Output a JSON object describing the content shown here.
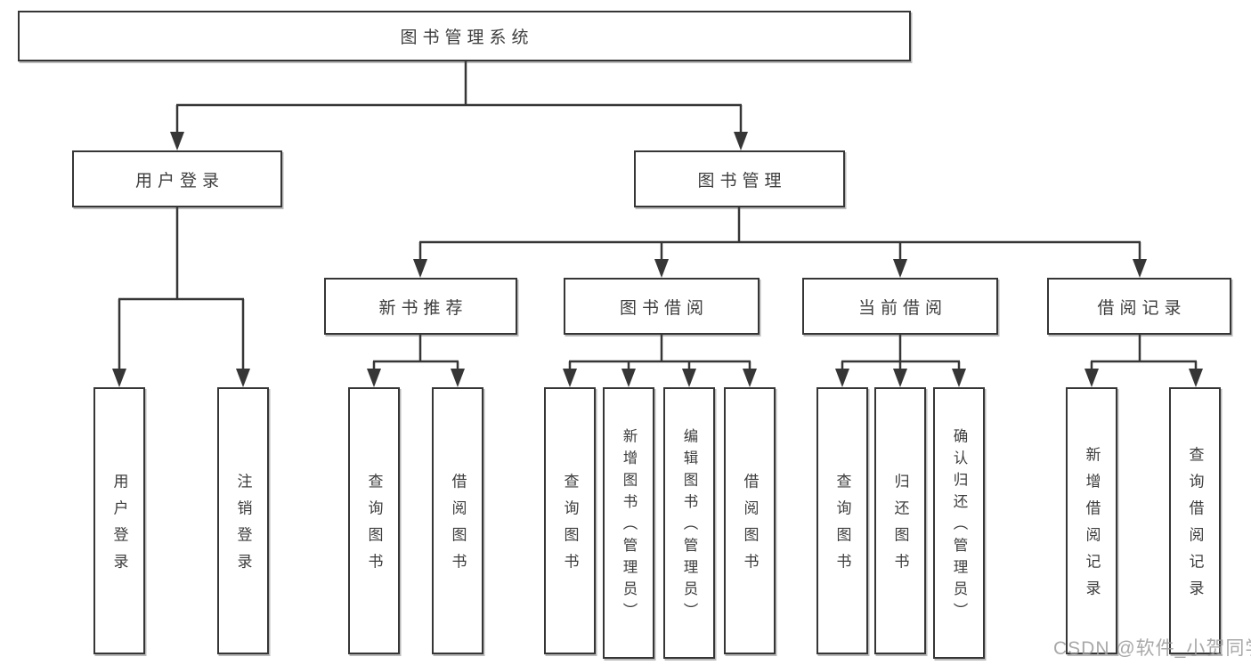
{
  "tree": {
    "label": "图书管理系统",
    "children": [
      {
        "label": "用户登录",
        "children": [
          {
            "label": "用户登录"
          },
          {
            "label": "注销登录"
          }
        ]
      },
      {
        "label": "图书管理",
        "children": [
          {
            "label": "新书推荐",
            "children": [
              {
                "label": "查询图书"
              },
              {
                "label": "借阅图书"
              }
            ]
          },
          {
            "label": "图书借阅",
            "children": [
              {
                "label": "查询图书"
              },
              {
                "label": "新增图书（管理员）"
              },
              {
                "label": "编辑图书（管理员）"
              },
              {
                "label": "借阅图书"
              }
            ]
          },
          {
            "label": "当前借阅",
            "children": [
              {
                "label": "查询图书"
              },
              {
                "label": "归还图书"
              },
              {
                "label": "确认归还（管理员）"
              }
            ]
          },
          {
            "label": "借阅记录",
            "children": [
              {
                "label": "新增借阅记录"
              },
              {
                "label": "查询借阅记录"
              }
            ]
          }
        ]
      }
    ]
  },
  "watermark": {
    "text": "CSDN @软件_小贺同学"
  },
  "colors": {
    "line": "#363636",
    "box_fill": "#ffffff",
    "text": "#3d3d3d",
    "watermark": "#9d9d9d"
  }
}
